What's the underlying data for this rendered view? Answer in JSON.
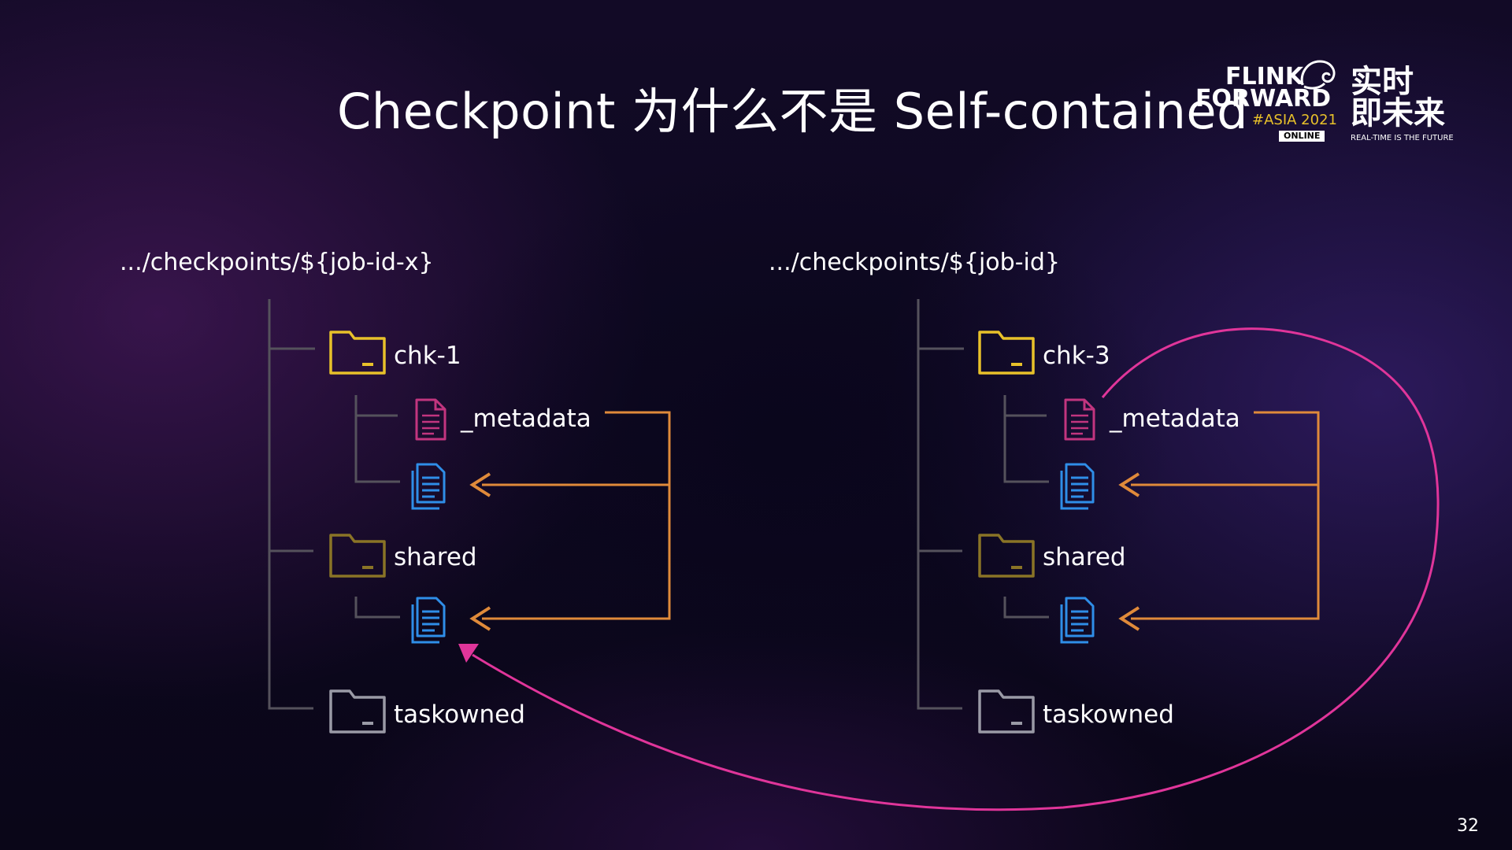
{
  "title": "Checkpoint 为什么不是 Self-contained",
  "logo": {
    "line1": "FLINK",
    "line2": "FORWARD",
    "tag": "#ASIA 2021",
    "badge": "ONLINE",
    "cn_line1": "实时",
    "cn_line2": "即未来",
    "cn_sub": "REAL-TIME IS THE FUTURE"
  },
  "left_tree": {
    "path": ".../checkpoints/${job-id-x}",
    "checkpoint": "chk-1",
    "metadata": "_metadata",
    "shared": "shared",
    "taskowned": "taskowned"
  },
  "right_tree": {
    "path": ".../checkpoints/${job-id}",
    "checkpoint": "chk-3",
    "metadata": "_metadata",
    "shared": "shared",
    "taskowned": "taskowned"
  },
  "colors": {
    "folder_active": "#e8c12a",
    "folder_dim": "#8a7426",
    "folder_gray": "#9a9aa6",
    "metadata_icon": "#c2357f",
    "file_icon": "#2f8ee8",
    "arrow_orange": "#e08a3a",
    "arrow_pink": "#e0359a",
    "tree_line": "#55525c"
  },
  "page_number": "32"
}
